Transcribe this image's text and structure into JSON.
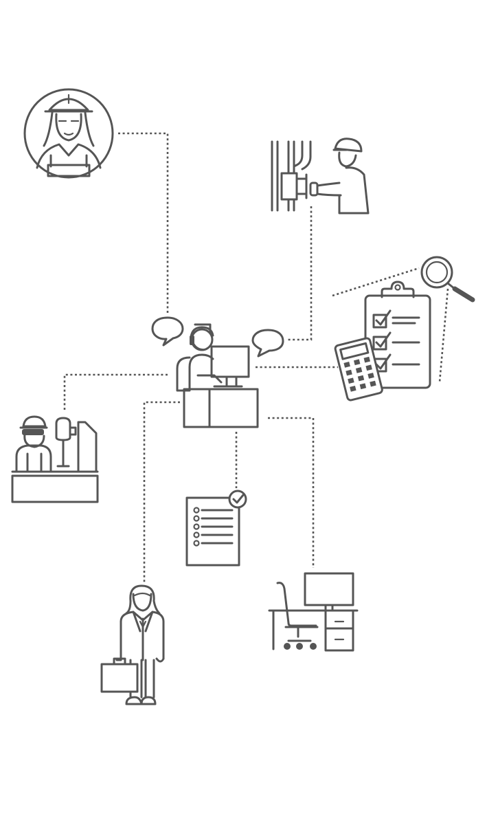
{
  "colors": {
    "stroke": "#555555",
    "background": "#ffffff"
  },
  "nodes": [
    {
      "id": "hub",
      "icon": "control-room-operator-with-headset-at-desk"
    },
    {
      "id": "engineer-portrait",
      "icon": "female-engineer-with-hard-hat-portrait"
    },
    {
      "id": "valve-worker",
      "icon": "worker-operating-pipe-valve"
    },
    {
      "id": "inspection-checklist",
      "icon": "clipboard-checklist-calculator-magnifier"
    },
    {
      "id": "lab-technician",
      "icon": "technician-with-goggles-at-lab-bench"
    },
    {
      "id": "approved-document",
      "icon": "document-list-with-checkmark"
    },
    {
      "id": "business-woman",
      "icon": "businesswoman-with-briefcase"
    },
    {
      "id": "office-workstation",
      "icon": "office-desk-with-monitor-and-chair"
    }
  ],
  "connections": [
    {
      "from": "hub",
      "to": "engineer-portrait",
      "style": "dotted"
    },
    {
      "from": "hub",
      "to": "valve-worker",
      "style": "dotted"
    },
    {
      "from": "hub",
      "to": "inspection-checklist",
      "style": "dotted"
    },
    {
      "from": "hub",
      "to": "lab-technician",
      "style": "dotted"
    },
    {
      "from": "hub",
      "to": "approved-document",
      "style": "dotted"
    },
    {
      "from": "hub",
      "to": "business-woman",
      "style": "dotted"
    },
    {
      "from": "hub",
      "to": "office-workstation",
      "style": "dotted"
    }
  ]
}
